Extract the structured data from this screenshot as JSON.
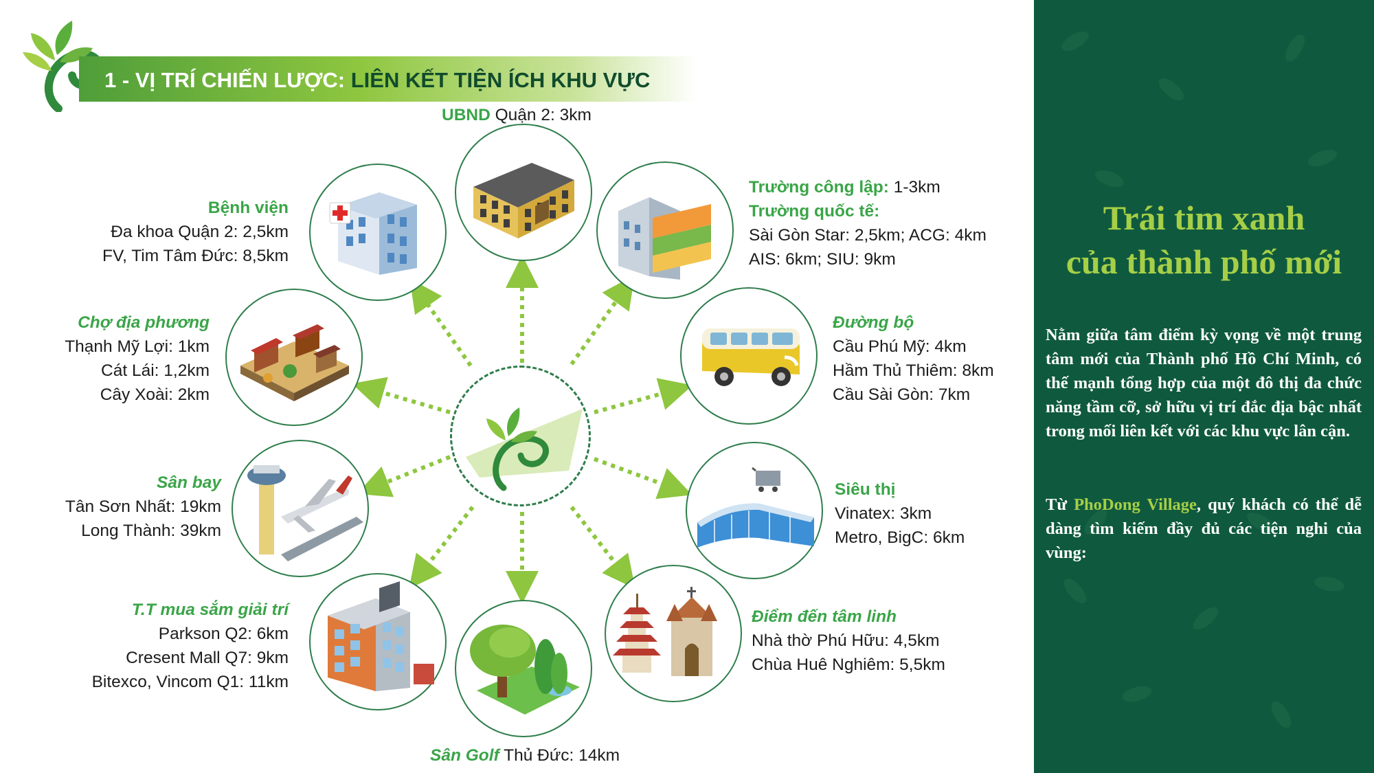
{
  "header": {
    "title_prefix": "1 - VỊ TRÍ CHIẾN LƯỢC:",
    "title_main": "LIÊN KẾT TIỆN ÍCH KHU VỰC"
  },
  "ubnd": {
    "heading": "UBND",
    "text": "Quận 2: 3km"
  },
  "hospital": {
    "heading": "Bệnh viện",
    "line1": "Đa khoa Quận 2: 2,5km",
    "line2": "FV, Tim Tâm Đức: 8,5km"
  },
  "school": {
    "heading1": "Trường công lập:",
    "value1": "1-3km",
    "heading2": "Trường quốc tế:",
    "line1": "Sài Gòn Star: 2,5km; ACG: 4km",
    "line2": "AIS: 6km; SIU: 9km"
  },
  "market": {
    "heading": "Chợ địa phương",
    "line1": "Thạnh Mỹ Lợi: 1km",
    "line2": "Cát Lái: 1,2km",
    "line3": "Cây Xoài: 2km"
  },
  "road": {
    "heading": "Đường bộ",
    "line1": "Cầu Phú Mỹ: 4km",
    "line2": "Hầm Thủ Thiêm: 8km",
    "line3": "Cầu Sài Gòn: 7km"
  },
  "airport": {
    "heading": "Sân bay",
    "line1": "Tân Sơn Nhất: 19km",
    "line2": "Long Thành: 39km"
  },
  "supermarket": {
    "heading": "Siêu thị",
    "line1": "Vinatex: 3km",
    "line2": "Metro, BigC: 6km"
  },
  "shopping": {
    "heading": "T.T mua sắm giải trí",
    "line1": "Parkson Q2: 6km",
    "line2": "Cresent Mall Q7: 9km",
    "line3": "Bitexco, Vincom Q1: 11km"
  },
  "spiritual": {
    "heading": "Điểm đến tâm linh",
    "line1": "Nhà thờ Phú Hữu: 4,5km",
    "line2": "Chùa Huê Nghiêm: 5,5km"
  },
  "golf": {
    "heading": "Sân Golf",
    "text": "Thủ Đức: 14km"
  },
  "sidebar": {
    "headline1": "Trái tim xanh",
    "headline2": "của thành phố mới",
    "para1": "Nằm giữa tâm điểm kỳ vọng về một trung tâm mới của Thành phố Hồ Chí Minh, có thế mạnh tổng hợp của một đô thị đa chức năng tầm cỡ, sở hữu vị trí đắc địa bậc nhất trong mối liên kết với các khu vực lân cận.",
    "para2_before": "Từ ",
    "para2_brand": "PhoDong Village",
    "para2_after": ", quý khách có thể dễ dàng tìm kiếm đầy đủ các tiện nghi của vùng:"
  },
  "colors": {
    "green_dark": "#0f5a3f",
    "green_accent": "#a6cf47",
    "label_green": "#3aa548",
    "title_bar": "#8ec63f"
  },
  "icons": [
    "leaf-logo-icon",
    "government-building-icon",
    "hospital-icon",
    "school-icon",
    "market-icon",
    "van-icon",
    "airport-icon",
    "supermarket-icon",
    "office-mall-icon",
    "tree-golf-icon",
    "church-pagoda-icon"
  ]
}
